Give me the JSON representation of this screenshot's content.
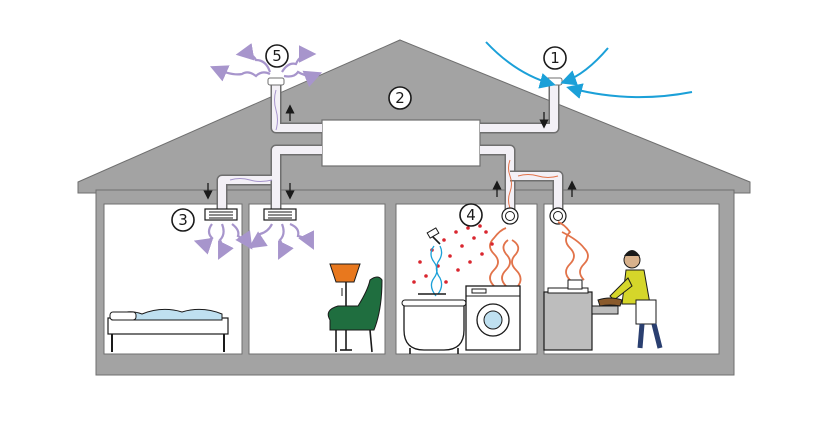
{
  "markers": {
    "intake": "1",
    "unit": "2",
    "supply": "3",
    "extract": "4",
    "exhaust": "5"
  },
  "colors": {
    "house_gray": "#a3a3a3",
    "house_edge": "#6f6f6f",
    "room_fill": "#ffffff",
    "fresh_air": "#1ba0d8",
    "exhaust_air": "#a795cc",
    "warm_air": "#e2734a",
    "moisture": "#d9262f",
    "duct_fill": "#f3f0f6",
    "chair_green": "#1f6e3f",
    "lamp_orange": "#e8781e",
    "shirt_yellow": "#d5d62a",
    "bed_blue": "#bfe0f0"
  },
  "icons": [
    "intake-air-icon",
    "exhaust-air-icon",
    "supply-vent-icon",
    "extract-vent-icon",
    "bed-icon",
    "armchair-icon",
    "floor-lamp-icon",
    "bathtub-icon",
    "shower-icon",
    "washing-machine-icon",
    "stove-icon",
    "cook-person-icon"
  ]
}
